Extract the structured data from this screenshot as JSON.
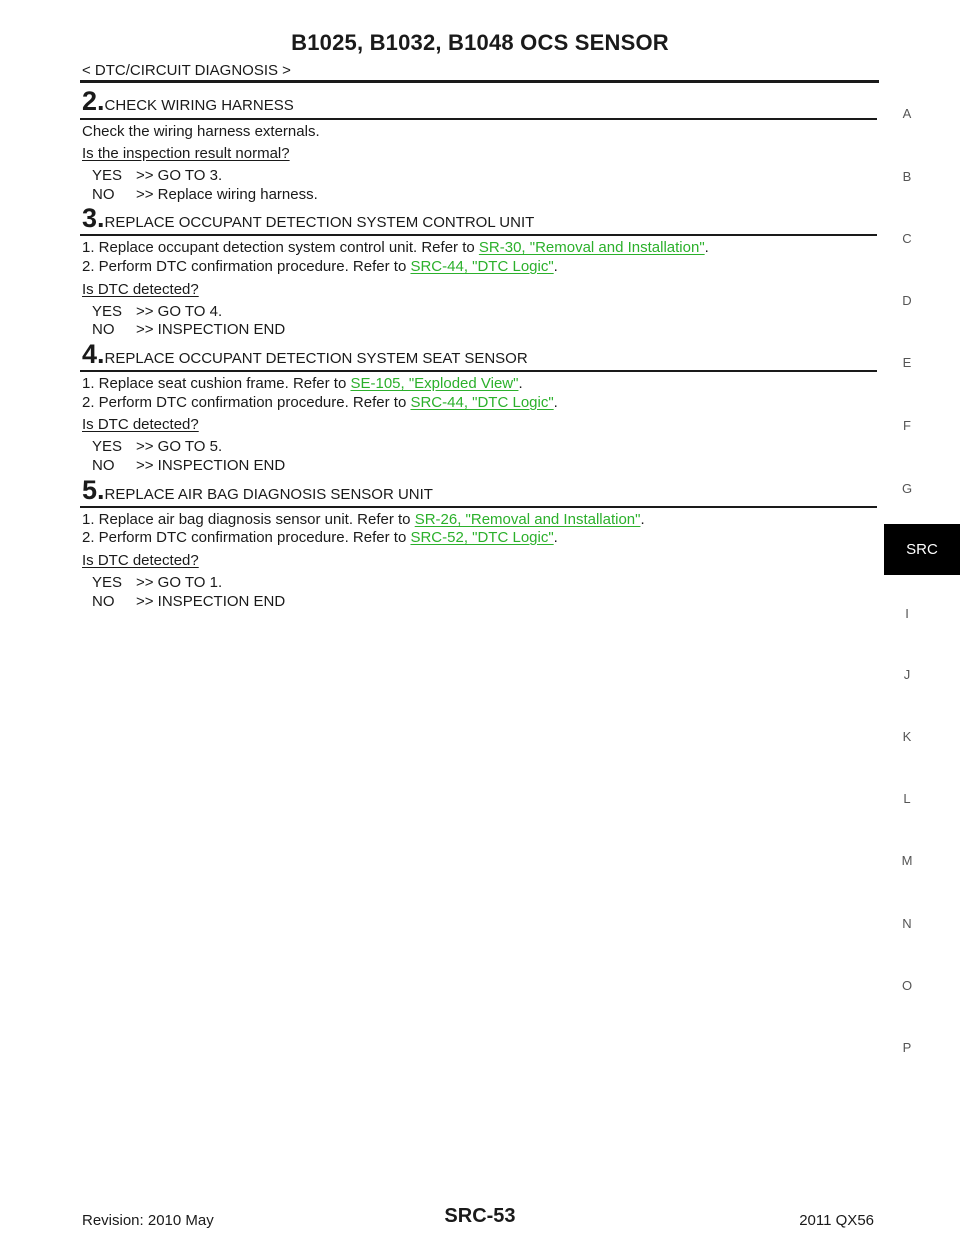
{
  "header": {
    "title": "B1025, B1032, B1048 OCS SENSOR",
    "subtitle": "< DTC/CIRCUIT DIAGNOSIS >"
  },
  "steps": [
    {
      "number": "2.",
      "heading": "CHECK WIRING HARNESS",
      "instruction": "Check the wiring harness externals.",
      "question": "Is the inspection result normal?",
      "answers": [
        {
          "key": "YES",
          "text": ">> GO TO 3."
        },
        {
          "key": "NO",
          "text": ">> Replace wiring harness."
        }
      ]
    },
    {
      "number": "3.",
      "heading": "REPLACE OCCUPANT DETECTION SYSTEM CONTROL UNIT",
      "items": [
        {
          "prefix": "1. Replace occupant detection system control unit. Refer to ",
          "link": "SR-30, \"Removal and Installation\"",
          "suffix": "."
        },
        {
          "prefix": "2. Perform DTC confirmation procedure. Refer to ",
          "link": "SRC-44, \"DTC Logic\"",
          "suffix": "."
        }
      ],
      "question": "Is DTC detected?",
      "answers": [
        {
          "key": "YES",
          "text": ">>  GO TO 4."
        },
        {
          "key": "NO",
          "text": ">> INSPECTION END"
        }
      ]
    },
    {
      "number": "4.",
      "heading": "REPLACE OCCUPANT DETECTION SYSTEM SEAT SENSOR",
      "items": [
        {
          "prefix": "1. Replace seat cushion frame. Refer to ",
          "link": "SE-105, \"Exploded View\"",
          "suffix": "."
        },
        {
          "prefix": "2. Perform DTC confirmation procedure. Refer to ",
          "link": "SRC-44, \"DTC Logic\"",
          "suffix": "."
        }
      ],
      "question": "Is DTC detected?",
      "answers": [
        {
          "key": "YES",
          "text": ">>  GO TO 5."
        },
        {
          "key": "NO",
          "text": ">> INSPECTION END"
        }
      ]
    },
    {
      "number": "5.",
      "heading": "REPLACE AIR BAG DIAGNOSIS SENSOR UNIT",
      "items": [
        {
          "prefix": "1. Replace air bag diagnosis sensor unit. Refer to ",
          "link": "SR-26, \"Removal and Installation\"",
          "suffix": "."
        },
        {
          "prefix": "2. Perform DTC confirmation procedure. Refer to ",
          "link": "SRC-52, \"DTC Logic\"",
          "suffix": "."
        }
      ],
      "question": "Is DTC detected?",
      "answers": [
        {
          "key": "YES",
          "text": ">> GO TO 1."
        },
        {
          "key": "NO",
          "text": ">> INSPECTION END"
        }
      ]
    }
  ],
  "index": {
    "letters_above": [
      "A",
      "B",
      "C",
      "D",
      "E",
      "F",
      "G"
    ],
    "active_tab": "SRC",
    "letters_below": [
      "I",
      "J",
      "K",
      "L",
      "M",
      "N",
      "O",
      "P"
    ]
  },
  "footer": {
    "revision": "Revision: 2010 May",
    "page_number": "SRC-53",
    "model": "2011 QX56"
  },
  "colors": {
    "link": "#2bb02b",
    "text": "#1a1a1a",
    "active_tab_bg": "#000000"
  }
}
